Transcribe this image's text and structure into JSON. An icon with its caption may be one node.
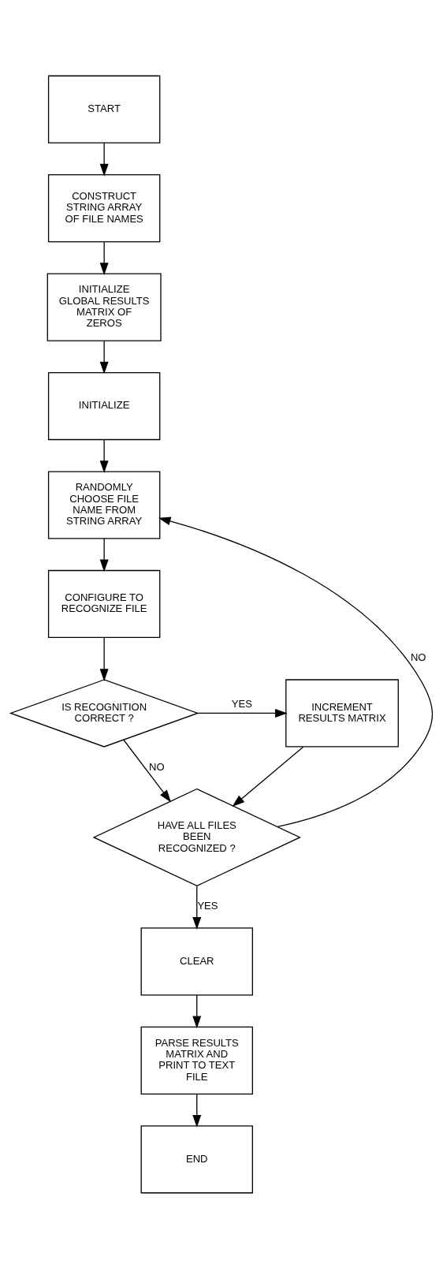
{
  "diagram": {
    "nodes": [
      {
        "text": [
          "START"
        ]
      },
      {
        "text": [
          "CONSTRUCT STRING ARRAY OF FILE NAMES"
        ]
      },
      {
        "text": [
          "INITIALIZE GLOBAL RESULTS MATRIX OF ZEROS"
        ]
      },
      {
        "text": [
          "INITIALIZE"
        ]
      },
      {
        "text": [
          "RANDOMLY CHOOSE FILE NAME FROM STRING ARRAY"
        ]
      },
      {
        "text": [
          "CONFIGURE TO RECOGNIZE FILE"
        ]
      },
      {
        "text": [
          "IS RECOGNITION CORRECT ?"
        ]
      },
      {
        "text": [
          "INCREMENT RESULTS MATRIX"
        ]
      },
      {
        "text": [
          "HAVE ALL FILES BEEN RECOGNIZED ?"
        ]
      },
      {
        "text": [
          "CLEAR"
        ]
      },
      {
        "text": [
          "PARSE RESULTS MATRIX AND PRINT TO TEXT FILE"
        ]
      },
      {
        "text": [
          "END"
        ]
      }
    ],
    "edges": [
      {
        "from": 0,
        "to": 1,
        "arrow": "to"
      },
      {
        "from": 1,
        "to": 2,
        "arrow": "to"
      },
      {
        "from": 2,
        "to": 3,
        "arrow": "to"
      },
      {
        "from": 3,
        "to": 4,
        "arrow": "to"
      },
      {
        "from": 4,
        "to": 5,
        "arrow": "to"
      },
      {
        "from": 5,
        "to": 6,
        "arrow": "to"
      },
      {
        "from": 6,
        "to": 7,
        "arrow": "to",
        "label": "YES"
      },
      {
        "from": 6,
        "to": 8,
        "arrow": "to",
        "label": "NO"
      },
      {
        "from": 7,
        "to": 8,
        "arrow": "to"
      },
      {
        "from": 8,
        "to": 4,
        "arrow": "to",
        "label": "NO"
      },
      {
        "from": 8,
        "to": 9,
        "arrow": "to",
        "label": "YES"
      },
      {
        "from": 9,
        "to": 10,
        "arrow": "to"
      },
      {
        "from": 10,
        "to": 11,
        "arrow": "to"
      }
    ]
  }
}
